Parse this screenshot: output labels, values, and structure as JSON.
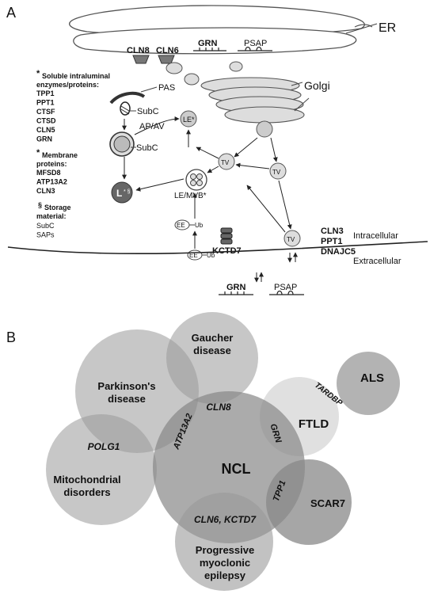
{
  "panel_a": {
    "letter": "A",
    "er_label": "ER",
    "golgi_label": "Golgi",
    "cln8": "CLN8",
    "cln6": "CLN6",
    "grn": "GRN",
    "psap": "PSAP",
    "legend": {
      "soluble_title_1": "Soluble intraluminal",
      "soluble_title_2": "enzymes/proteins:",
      "soluble_items": [
        "TPP1",
        "PPT1",
        "CTSF",
        "CTSD",
        "CLN5",
        "GRN"
      ],
      "membrane_title_1": "Membrane",
      "membrane_title_2": "proteins:",
      "membrane_items": [
        "MFSD8",
        "ATP13A2",
        "CLN3"
      ],
      "storage_title_1": "Storage",
      "storage_title_2": "material:",
      "storage_items": [
        "SubC",
        "SAPs"
      ],
      "asterisk": "*",
      "section": "§"
    },
    "pas": "PAS",
    "subc_1": "SubC",
    "ap_av": "AP/AV",
    "subc_2": "SubC",
    "le_star": "LE*",
    "tv": "TV",
    "le_mvb": "LE/MVB*",
    "l_star": "L",
    "ee": "EE",
    "ub": "Ub",
    "kctd7": "KCTD7",
    "extracellular_proteins": [
      "CLN3",
      "PPT1",
      "DNAJC5"
    ],
    "intracellular": "Intracellular",
    "extracellular": "Extracellular"
  },
  "panel_b": {
    "letter": "B",
    "circles": {
      "parkinsons_1": "Parkinson's",
      "parkinsons_2": "disease",
      "gaucher_1": "Gaucher",
      "gaucher_2": "disease",
      "als": "ALS",
      "ftld": "FTLD",
      "ncl": "NCL",
      "mito_1": "Mitochondrial",
      "mito_2": "disorders",
      "scar7": "SCAR7",
      "pme_1": "Progressive",
      "pme_2": "myoclonic",
      "pme_3": "epilepsy"
    },
    "genes": {
      "cln8": "CLN8",
      "atp13a2": "ATP13A2",
      "polg1": "POLG1",
      "grn": "GRN",
      "tardbp": "TARDBP",
      "tpp1": "TPP1",
      "cln6_kctd7": "CLN6, KCTD7"
    }
  }
}
